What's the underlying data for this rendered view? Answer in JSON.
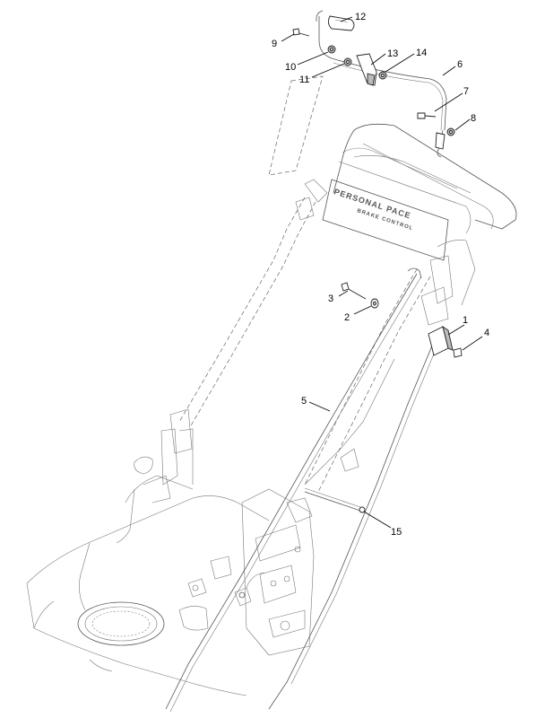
{
  "decal": {
    "line1": "PERSONAL PACE",
    "line2": "BRAKE CONTROL"
  },
  "callouts": {
    "c1": "1",
    "c2": "2",
    "c3": "3",
    "c4": "4",
    "c5": "5",
    "c6": "6",
    "c7": "7",
    "c8": "8",
    "c9": "9",
    "c10": "10",
    "c11": "11",
    "c12": "12",
    "c13": "13",
    "c14": "14",
    "c15": "15"
  }
}
